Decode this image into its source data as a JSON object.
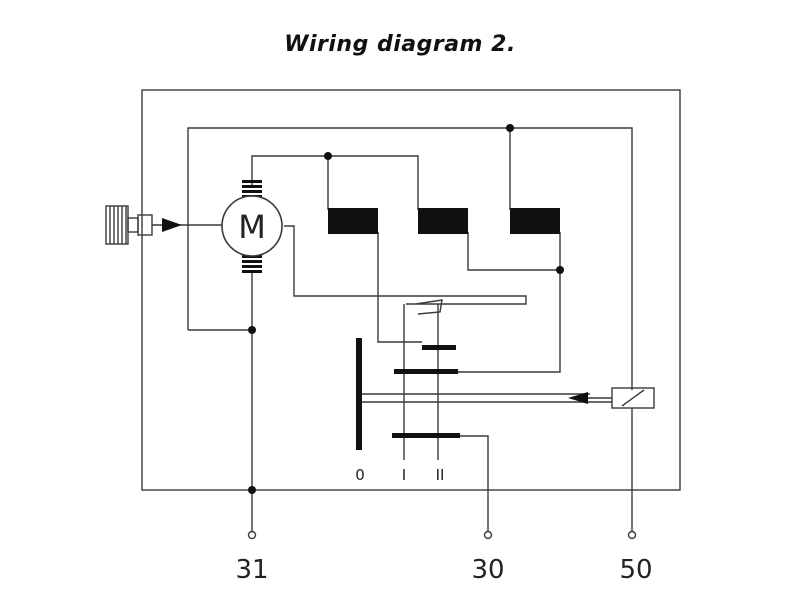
{
  "title": "Wiring diagram 2.",
  "motor_label": "M",
  "switch_positions": [
    "0",
    "I",
    "II"
  ],
  "terminals": [
    "31",
    "30",
    "50"
  ],
  "colors": {
    "line": "#3a3a3a",
    "fill": "#111111",
    "background": "#ffffff"
  }
}
